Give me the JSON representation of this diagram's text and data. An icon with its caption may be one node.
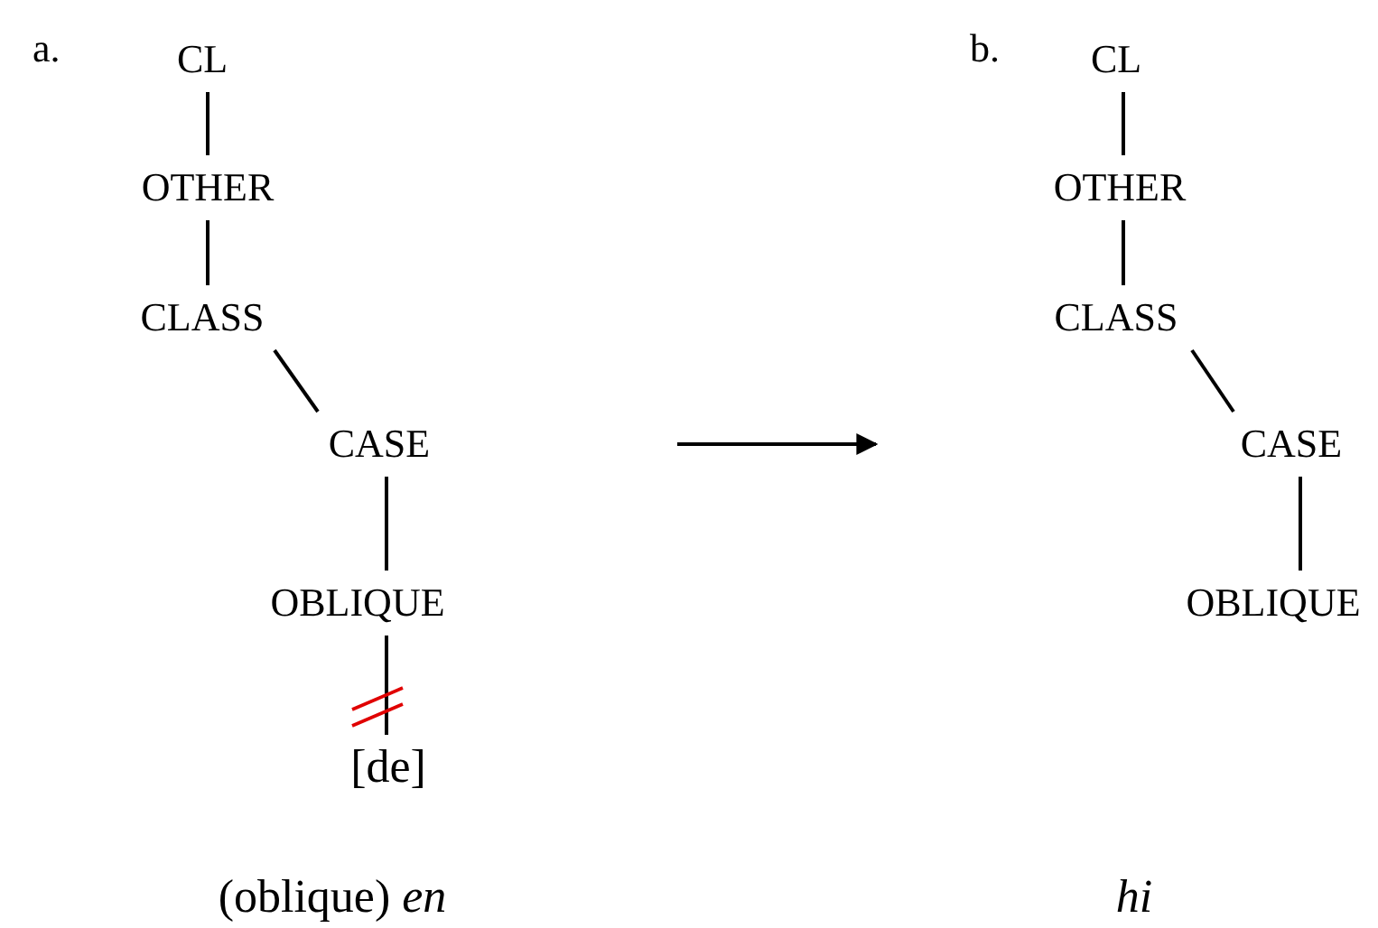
{
  "diagram": {
    "nodes": [
      {
        "text": [
          "CL"
        ]
      },
      {
        "text": [
          "OTHER"
        ]
      },
      {
        "text": [
          "CLASS"
        ]
      },
      {
        "text": [
          "CASE"
        ]
      },
      {
        "text": [
          "OBLIQUE"
        ]
      },
      {
        "text": [
          "[de]"
        ]
      },
      {
        "text": [
          "CL"
        ]
      },
      {
        "text": [
          "OTHER"
        ]
      },
      {
        "text": [
          "CLASS"
        ]
      },
      {
        "text": [
          "CASE"
        ]
      },
      {
        "text": [
          "OBLIQUE"
        ]
      }
    ],
    "edges": [
      {
        "from": 0,
        "to": 1,
        "arrow": "none"
      },
      {
        "from": 1,
        "to": 2,
        "arrow": "none"
      },
      {
        "from": 2,
        "to": 3,
        "arrow": "none"
      },
      {
        "from": 3,
        "to": 4,
        "arrow": "none"
      },
      {
        "from": 4,
        "to": 5,
        "arrow": "none"
      },
      {
        "from": 6,
        "to": 7,
        "arrow": "none"
      },
      {
        "from": 7,
        "to": 8,
        "arrow": "none"
      },
      {
        "from": 8,
        "to": 9,
        "arrow": "none"
      },
      {
        "from": 9,
        "to": 10,
        "arrow": "none"
      }
    ],
    "labels": [
      "a.",
      "b.",
      "(oblique) *en*",
      "hi"
    ]
  }
}
